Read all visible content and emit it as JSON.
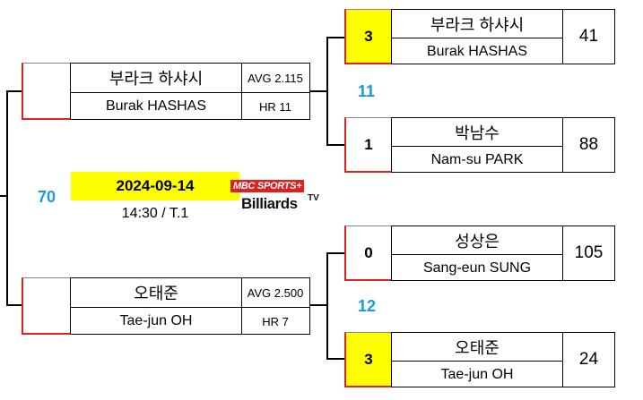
{
  "semifinals": [
    {
      "player_kr": "부라크 하샤시",
      "player_en": "Burak HASHAS",
      "avg": "AVG 2.115",
      "hr": "HR 11"
    },
    {
      "player_kr": "오태준",
      "player_en": "Tae-jun OH",
      "avg": "AVG 2.500",
      "hr": "HR 7"
    }
  ],
  "quarterfinals": [
    {
      "score": "3",
      "player_kr": "부라크 하샤시",
      "player_en": "Burak HASHAS",
      "total": "41",
      "winner": true
    },
    {
      "score": "1",
      "player_kr": "박남수",
      "player_en": "Nam-su PARK",
      "total": "88",
      "winner": false
    },
    {
      "score": "0",
      "player_kr": "성상은",
      "player_en": "Sang-eun SUNG",
      "total": "105",
      "winner": false
    },
    {
      "score": "3",
      "player_kr": "오태준",
      "player_en": "Tae-jun OH",
      "total": "24",
      "winner": true
    }
  ],
  "match_numbers": {
    "final": "70",
    "top": "11",
    "bottom": "12"
  },
  "schedule": {
    "date": "2024-09-14",
    "time_table": "14:30 / T.1"
  },
  "logo": {
    "top": "MBC SPORTS+",
    "bottom": "Billiards",
    "tv": "TV"
  },
  "colors": {
    "winner_fill": "#ffff00",
    "match_number": "#1a9ad6",
    "bracket_red": "#dd2222",
    "logo_red": "#e02020"
  }
}
